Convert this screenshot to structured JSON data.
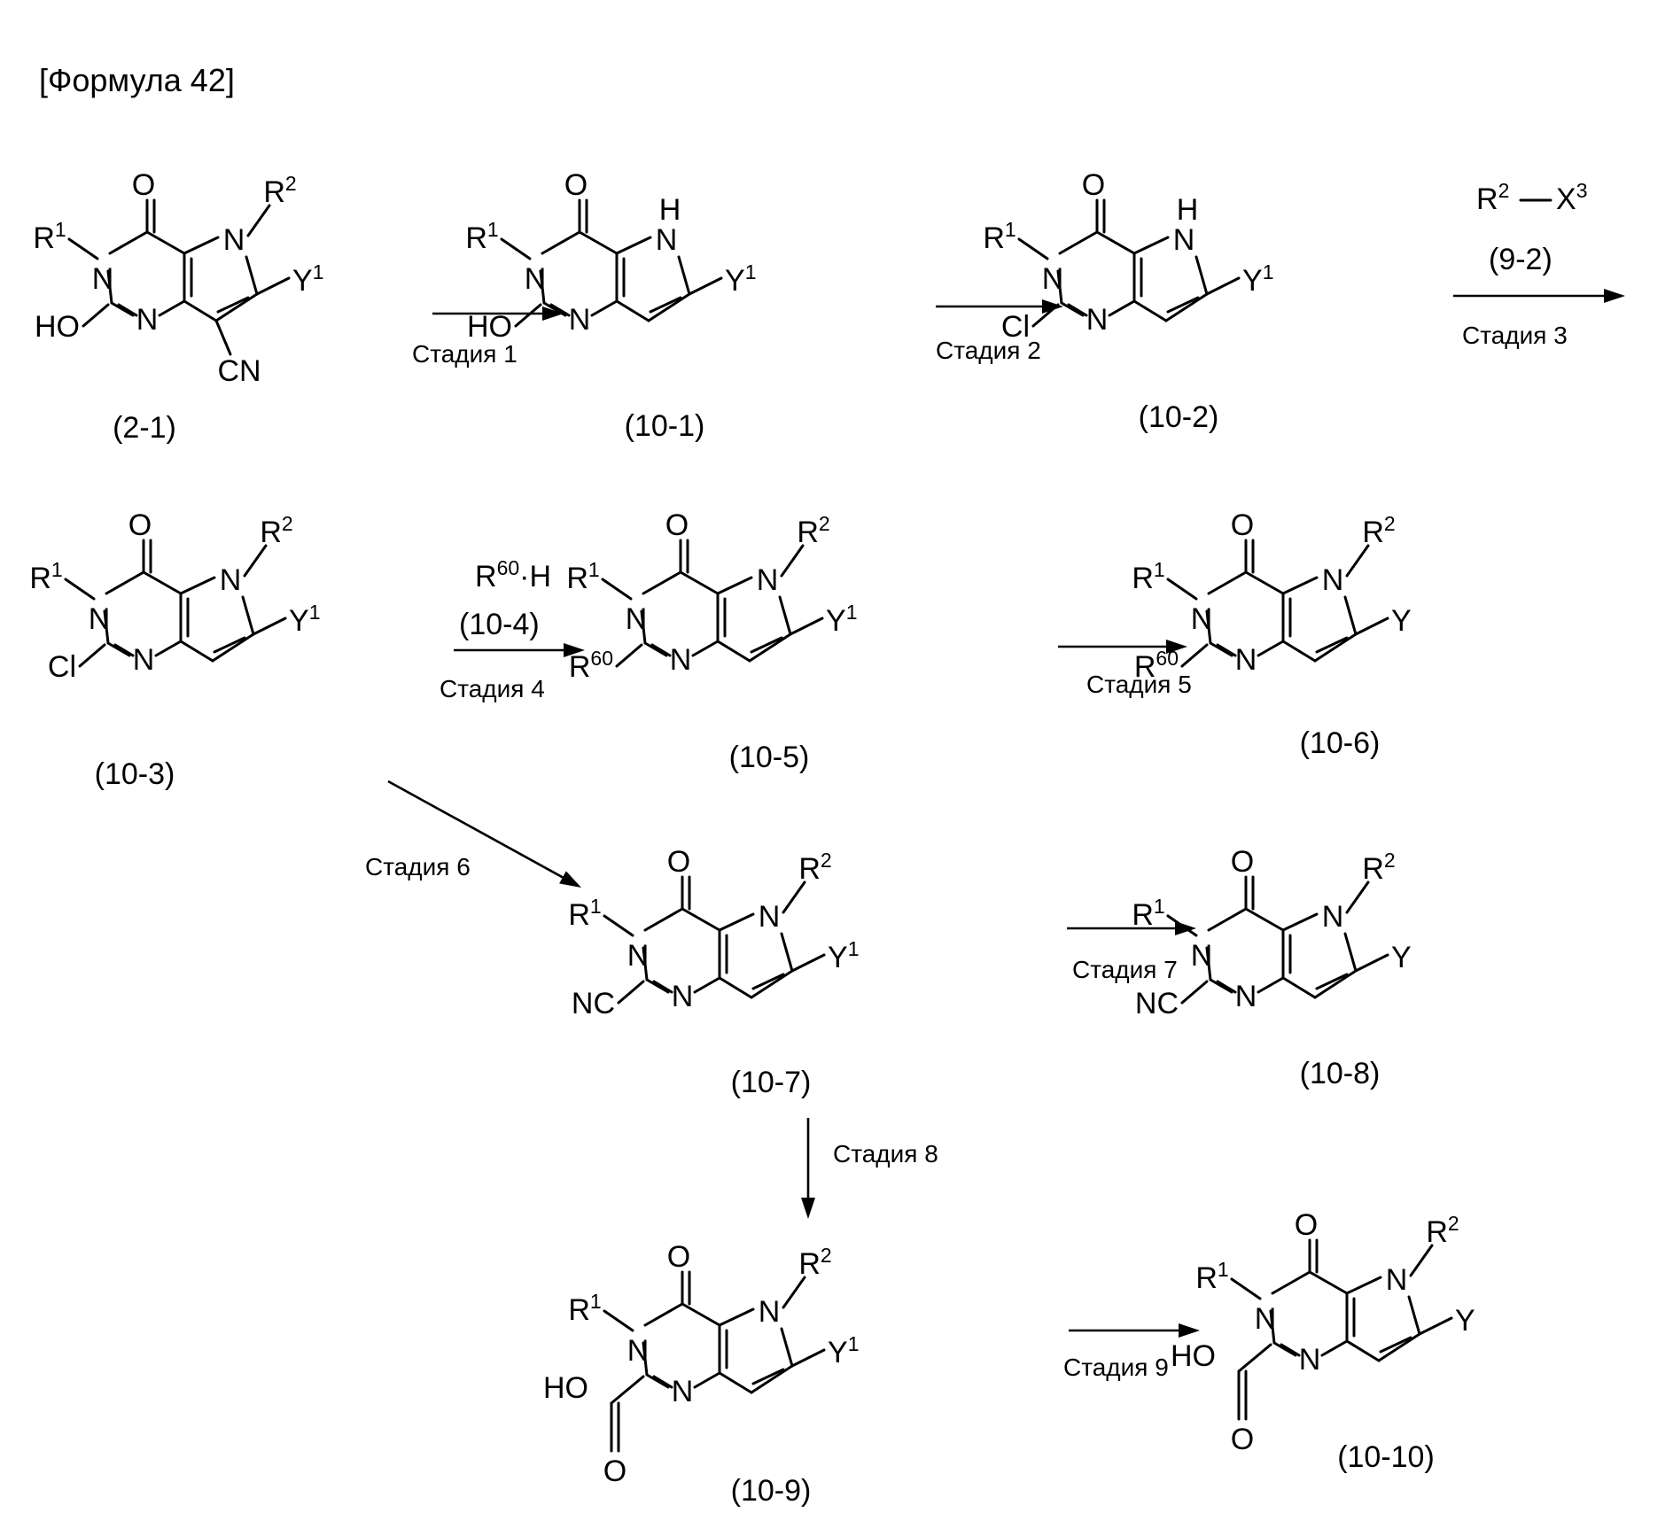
{
  "header": {
    "title": "[Формула 42]"
  },
  "compounds": [
    {
      "id": "c2_1",
      "label": "(2-1)",
      "r1": "R",
      "r1sup": "1",
      "r2": "R",
      "r2sup": "2",
      "y": "Y",
      "ysup": "1",
      "c2": "HO",
      "c2sup": "",
      "extra": "CN",
      "nh": false
    },
    {
      "id": "c10_1",
      "label": "(10-1)",
      "r1": "R",
      "r1sup": "1",
      "r2": "",
      "r2sup": "",
      "y": "Y",
      "ysup": "1",
      "c2": "HO",
      "c2sup": "",
      "extra": "",
      "nh": true
    },
    {
      "id": "c10_2",
      "label": "(10-2)",
      "r1": "R",
      "r1sup": "1",
      "r2": "",
      "r2sup": "",
      "y": "Y",
      "ysup": "1",
      "c2": "Cl",
      "c2sup": "",
      "extra": "",
      "nh": true
    },
    {
      "id": "c10_3",
      "label": "(10-3)",
      "r1": "R",
      "r1sup": "1",
      "r2": "R",
      "r2sup": "2",
      "y": "Y",
      "ysup": "1",
      "c2": "Cl",
      "c2sup": "",
      "extra": "",
      "nh": false
    },
    {
      "id": "c10_5",
      "label": "(10-5)",
      "r1": "R",
      "r1sup": "1",
      "r2": "R",
      "r2sup": "2",
      "y": "Y",
      "ysup": "1",
      "c2": "R",
      "c2sup": "60",
      "extra": "",
      "nh": false
    },
    {
      "id": "c10_6",
      "label": "(10-6)",
      "r1": "R",
      "r1sup": "1",
      "r2": "R",
      "r2sup": "2",
      "y": "Y",
      "ysup": "",
      "c2": "R",
      "c2sup": "60",
      "extra": "",
      "nh": false
    },
    {
      "id": "c10_7",
      "label": "(10-7)",
      "r1": "R",
      "r1sup": "1",
      "r2": "R",
      "r2sup": "2",
      "y": "Y",
      "ysup": "1",
      "c2": "NC",
      "c2sup": "",
      "extra": "",
      "nh": false
    },
    {
      "id": "c10_8",
      "label": "(10-8)",
      "r1": "R",
      "r1sup": "1",
      "r2": "R",
      "r2sup": "2",
      "y": "Y",
      "ysup": "",
      "c2": "NC",
      "c2sup": "",
      "extra": "",
      "nh": false
    },
    {
      "id": "c10_9",
      "label": "(10-9)",
      "r1": "R",
      "r1sup": "1",
      "r2": "R",
      "r2sup": "2",
      "y": "Y",
      "ysup": "1",
      "c2": "COOH",
      "c2sup": "",
      "extra": "",
      "nh": false
    },
    {
      "id": "c10_10",
      "label": "(10-10)",
      "r1": "R",
      "r1sup": "1",
      "r2": "R",
      "r2sup": "2",
      "y": "Y",
      "ysup": "",
      "c2": "COOH",
      "c2sup": "",
      "extra": "",
      "nh": false
    }
  ],
  "atoms": {
    "n": "N",
    "o": "O",
    "h": "H",
    "ho": "HO"
  },
  "stages": {
    "s1": "Стадия 1",
    "s2": "Стадия 2",
    "s3": "Стадия 3",
    "s4": "Стадия 4",
    "s5": "Стадия 5",
    "s6": "Стадия 6",
    "s7": "Стадия 7",
    "s8": "Стадия 8",
    "s9": "Стадия 9"
  },
  "reagents": {
    "r92_main": "R",
    "r92_sup": "2",
    "r92_x": "X",
    "r92_xsup": "3",
    "r92_label": "(9-2)",
    "r104_main": "R",
    "r104_sup": "60",
    "r104_h": "·H",
    "r104_label": "(10-4)"
  }
}
